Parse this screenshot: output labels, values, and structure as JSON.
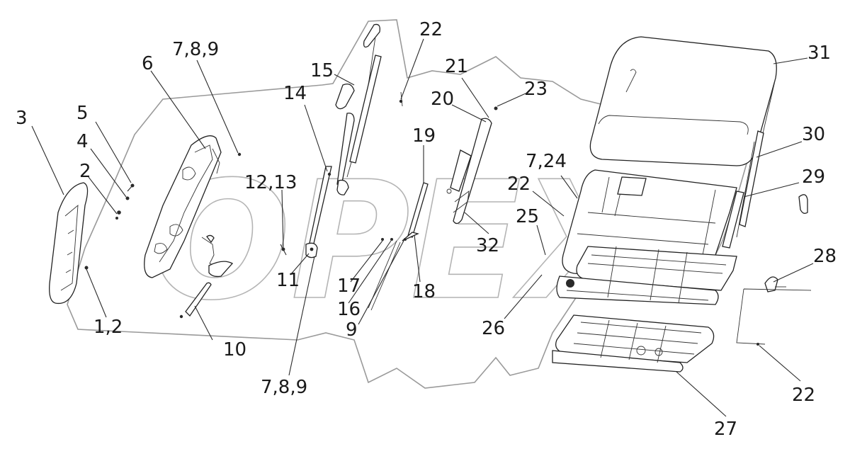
{
  "labels": {
    "l3": "3",
    "l5": "5",
    "l4": "4",
    "l2": "2",
    "l12": "1,2",
    "l6": "6",
    "l789a": "7,8,9",
    "l1213": "12,13",
    "l10": "10",
    "l14": "14",
    "l15": "15",
    "l11": "11",
    "l789b": "7,8,9",
    "l22a": "22",
    "l21": "21",
    "l20": "20",
    "l23": "23",
    "l19": "19",
    "l17": "17",
    "l16": "16",
    "l9": "9",
    "l18": "18",
    "l724": "7,24",
    "l22b": "22",
    "l25": "25",
    "l32": "32",
    "l26": "26",
    "l31": "31",
    "l30": "30",
    "l29": "29",
    "l28": "28",
    "l22c": "22",
    "l27": "27"
  },
  "watermark": {
    "text": "OPEX"
  }
}
